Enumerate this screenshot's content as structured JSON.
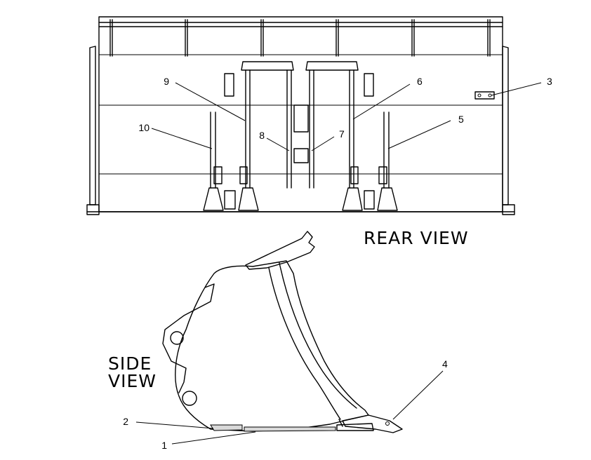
{
  "views": {
    "rear": {
      "title": "REAR VIEW"
    },
    "side": {
      "title_line1": "SIDE",
      "title_line2": "VIEW"
    }
  },
  "callouts": {
    "c1": "1",
    "c2": "2",
    "c3": "3",
    "c4": "4",
    "c5": "5",
    "c6": "6",
    "c7": "7",
    "c8": "8",
    "c9": "9",
    "c10": "10"
  },
  "colors": {
    "line": "#000000",
    "background": "#ffffff",
    "shade": "#d9d9d9"
  }
}
